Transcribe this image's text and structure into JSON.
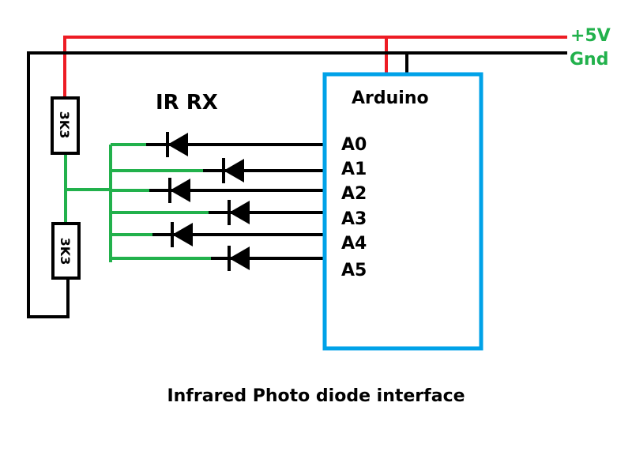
{
  "title": "Infrared Photo diode interface",
  "section_label": "IR RX",
  "power": {
    "vcc_label": "+5V",
    "gnd_label": "Gnd"
  },
  "arduino": {
    "label": "Arduino",
    "pins": [
      "A0",
      "A1",
      "A2",
      "A3",
      "A4",
      "A5"
    ]
  },
  "resistors": [
    {
      "value": "3K3"
    },
    {
      "value": "3K3"
    }
  ],
  "diodes": [
    {
      "pin": "A0"
    },
    {
      "pin": "A1"
    },
    {
      "pin": "A2"
    },
    {
      "pin": "A3"
    },
    {
      "pin": "A4"
    },
    {
      "pin": "A5"
    }
  ],
  "colors": {
    "vcc_wire": "#ed1c24",
    "gnd_wire": "#000000",
    "signal_wire": "#22b14c",
    "arduino_border": "#00a2e8",
    "label_green": "#22b14c",
    "text": "#000000"
  }
}
